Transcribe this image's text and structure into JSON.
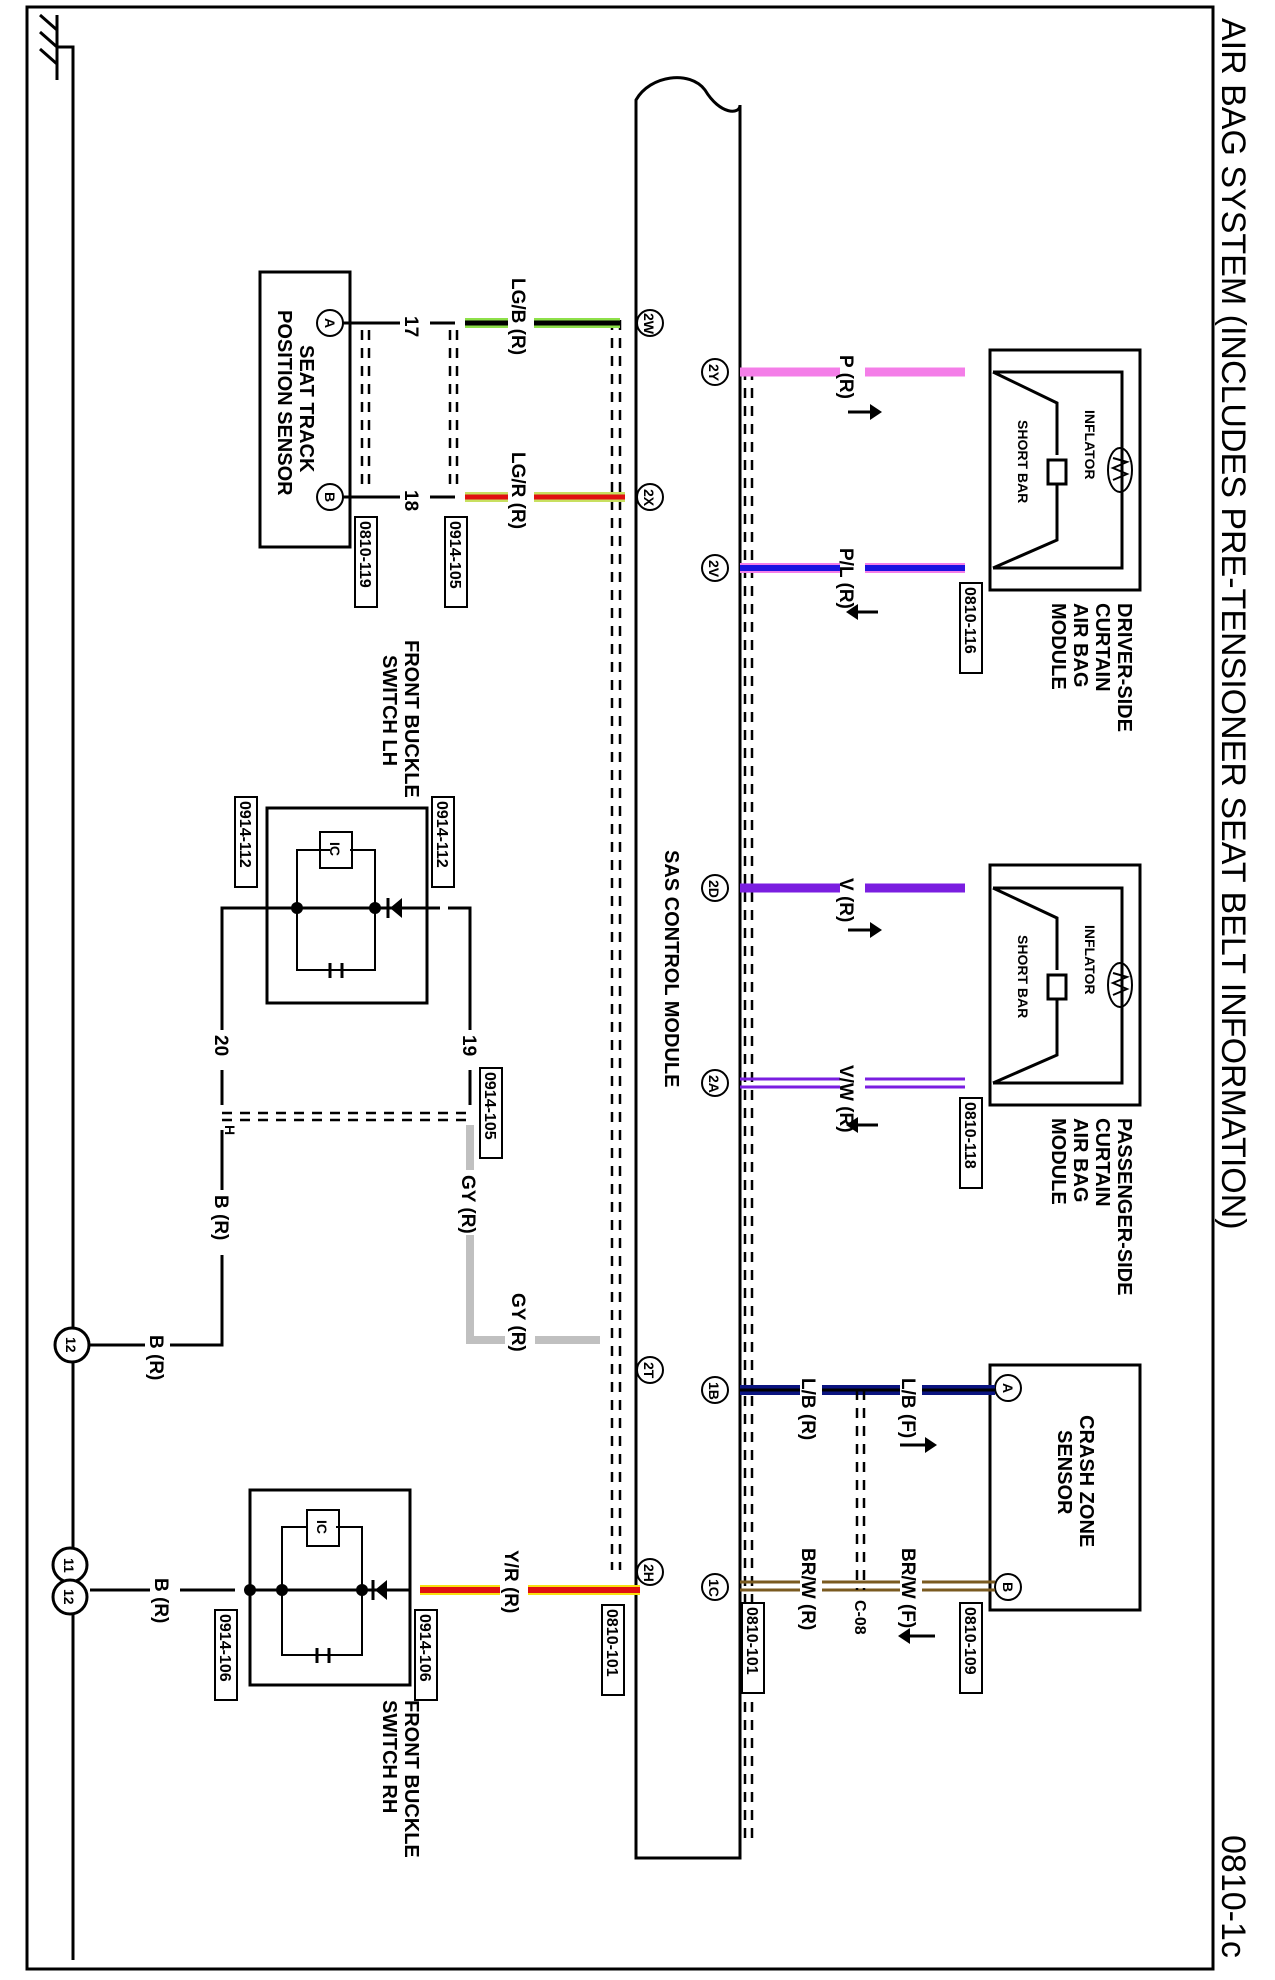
{
  "title": "AIR BAG SYSTEM (INCLUDES PRE-TENSIONER SEAT BELT INFORMATION)",
  "page_code": "0810-1c",
  "control_module": {
    "label": "SAS CONTROL MODULE"
  },
  "components": {
    "driver_curtain": {
      "label_lines": [
        "DRIVER-SIDE",
        "CURTAIN",
        "AIR BAG",
        "MODULE"
      ],
      "inflator": "INFLATOR",
      "short_bar": "SHORT BAR",
      "connector": "0810-116"
    },
    "passenger_curtain": {
      "label_lines": [
        "PASSENGER-SIDE",
        "CURTAIN",
        "AIR BAG",
        "MODULE"
      ],
      "inflator": "INFLATOR",
      "short_bar": "SHORT BAR",
      "connector": "0810-118"
    },
    "crash_zone": {
      "label_lines": [
        "CRASH ZONE",
        "SENSOR"
      ],
      "pin_a": "A",
      "pin_b": "B",
      "connector": "0810-109"
    },
    "seat_track": {
      "label_lines": [
        "SEAT TRACK",
        "POSITION SENSOR"
      ],
      "pin_a": "A",
      "pin_b": "B",
      "connector": "0810-119"
    },
    "buckle_lh": {
      "label_lines": [
        "FRONT BUCKLE",
        "SWITCH LH"
      ],
      "ic": "IC",
      "connector_top": "0914-112",
      "connector_bottom": "0914-112"
    },
    "buckle_rh": {
      "label_lines": [
        "FRONT BUCKLE",
        "SWITCH RH"
      ],
      "ic": "IC",
      "connector_left": "0914-106",
      "connector_right": "0914-106"
    }
  },
  "pins": {
    "p2W": "2W",
    "p2X": "2X",
    "p2Y": "2Y",
    "p2V": "2V",
    "p2D": "2D",
    "p2A": "2A",
    "p2T": "2T",
    "p2H": "2H",
    "p1B": "1B",
    "p1C": "1C"
  },
  "connectors": {
    "c0914_105_a": "0914-105",
    "c0914_105_b": "0914-105",
    "c0810_101_a": "0810-101",
    "c0810_101_b": "0810-101",
    "c08": "C-08"
  },
  "wires": [
    {
      "id": "p_r",
      "label": "P (R)",
      "colors": [
        "#f47ee8"
      ]
    },
    {
      "id": "pl_r",
      "label": "P/L (R)",
      "colors": [
        "#1a12e0",
        "#f47ee8"
      ]
    },
    {
      "id": "v_r",
      "label": "V (R)",
      "colors": [
        "#7a1ee0"
      ]
    },
    {
      "id": "vw_r",
      "label": "V/W (R)",
      "colors": [
        "#7a1ee0",
        "#ffffff"
      ]
    },
    {
      "id": "lb_f",
      "label": "L/B (F)",
      "colors": [
        "#0a1480",
        "#000000"
      ]
    },
    {
      "id": "lb_r",
      "label": "L/B (R)",
      "colors": [
        "#0a1480",
        "#000000"
      ]
    },
    {
      "id": "brw_f",
      "label": "BR/W (F)",
      "colors": [
        "#7a5a20",
        "#ffffff"
      ]
    },
    {
      "id": "brw_r",
      "label": "BR/W (R)",
      "colors": [
        "#7a5a20",
        "#ffffff"
      ]
    },
    {
      "id": "lgb_r",
      "label": "LG/B (R)",
      "colors": [
        "#8ee04a",
        "#000000"
      ]
    },
    {
      "id": "lgr_r",
      "label": "LG/R (R)",
      "colors": [
        "#c8e060",
        "#e01010"
      ]
    },
    {
      "id": "gy_r_a",
      "label": "GY (R)",
      "colors": [
        "#c0c0c0"
      ]
    },
    {
      "id": "gy_r_b",
      "label": "GY (R)",
      "colors": [
        "#c0c0c0"
      ]
    },
    {
      "id": "b_r_a",
      "label": "B (R)",
      "colors": [
        "#000000"
      ]
    },
    {
      "id": "b_r_b",
      "label": "B (R)",
      "colors": [
        "#000000"
      ]
    },
    {
      "id": "b_r_c",
      "label": "B (R)",
      "colors": [
        "#000000"
      ]
    },
    {
      "id": "yr_r",
      "label": "Y/R (R)",
      "colors": [
        "#f8e010",
        "#e01010"
      ]
    }
  ],
  "terminals": {
    "t17": "17",
    "t18": "18",
    "t19": "19",
    "t20": "20",
    "tH": "H"
  },
  "grounds": {
    "g12a": "12",
    "g11": "11",
    "g12b": "12"
  }
}
